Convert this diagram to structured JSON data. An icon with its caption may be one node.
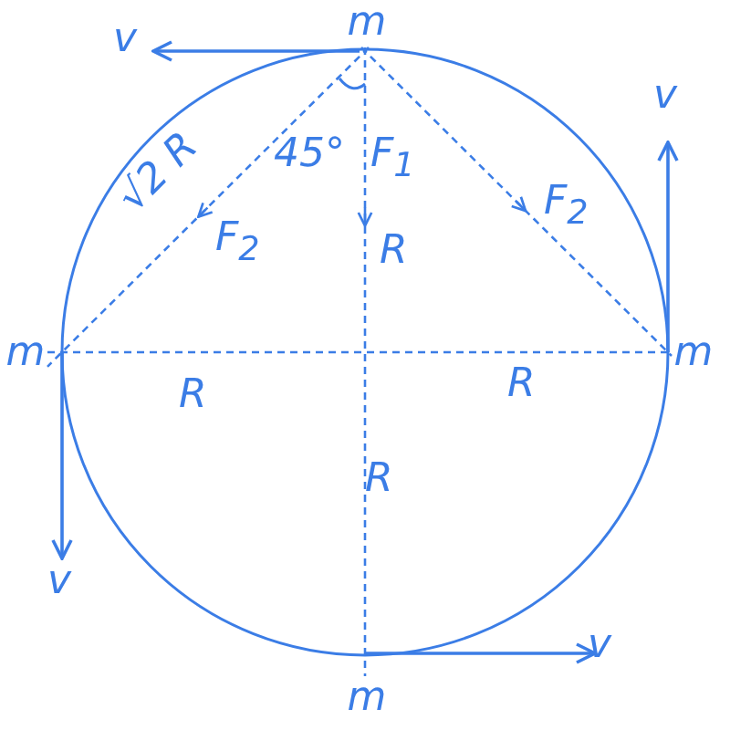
{
  "diagram": {
    "nodes": [
      {
        "text": [
          "m"
        ]
      },
      {
        "text": [
          "m"
        ]
      },
      {
        "text": [
          "m"
        ]
      },
      {
        "text": [
          "m"
        ]
      }
    ],
    "edges": [
      {
        "from": 0,
        "to": 1,
        "arrow": "none",
        "style": "dashed"
      },
      {
        "from": 0,
        "to": 2,
        "arrow": "none",
        "style": "dashed"
      },
      {
        "from": 0,
        "to": 3,
        "arrow": "none",
        "style": "dashed"
      },
      {
        "from": 1,
        "to": 2,
        "arrow": "none",
        "style": "dashed"
      }
    ],
    "labels": [
      "v",
      "v",
      "√2 R",
      "45°",
      "F$_{1}$",
      "F$_{2}$",
      "F$_{2}$",
      "R",
      "R",
      "R",
      "R",
      "v",
      "v"
    ]
  }
}
